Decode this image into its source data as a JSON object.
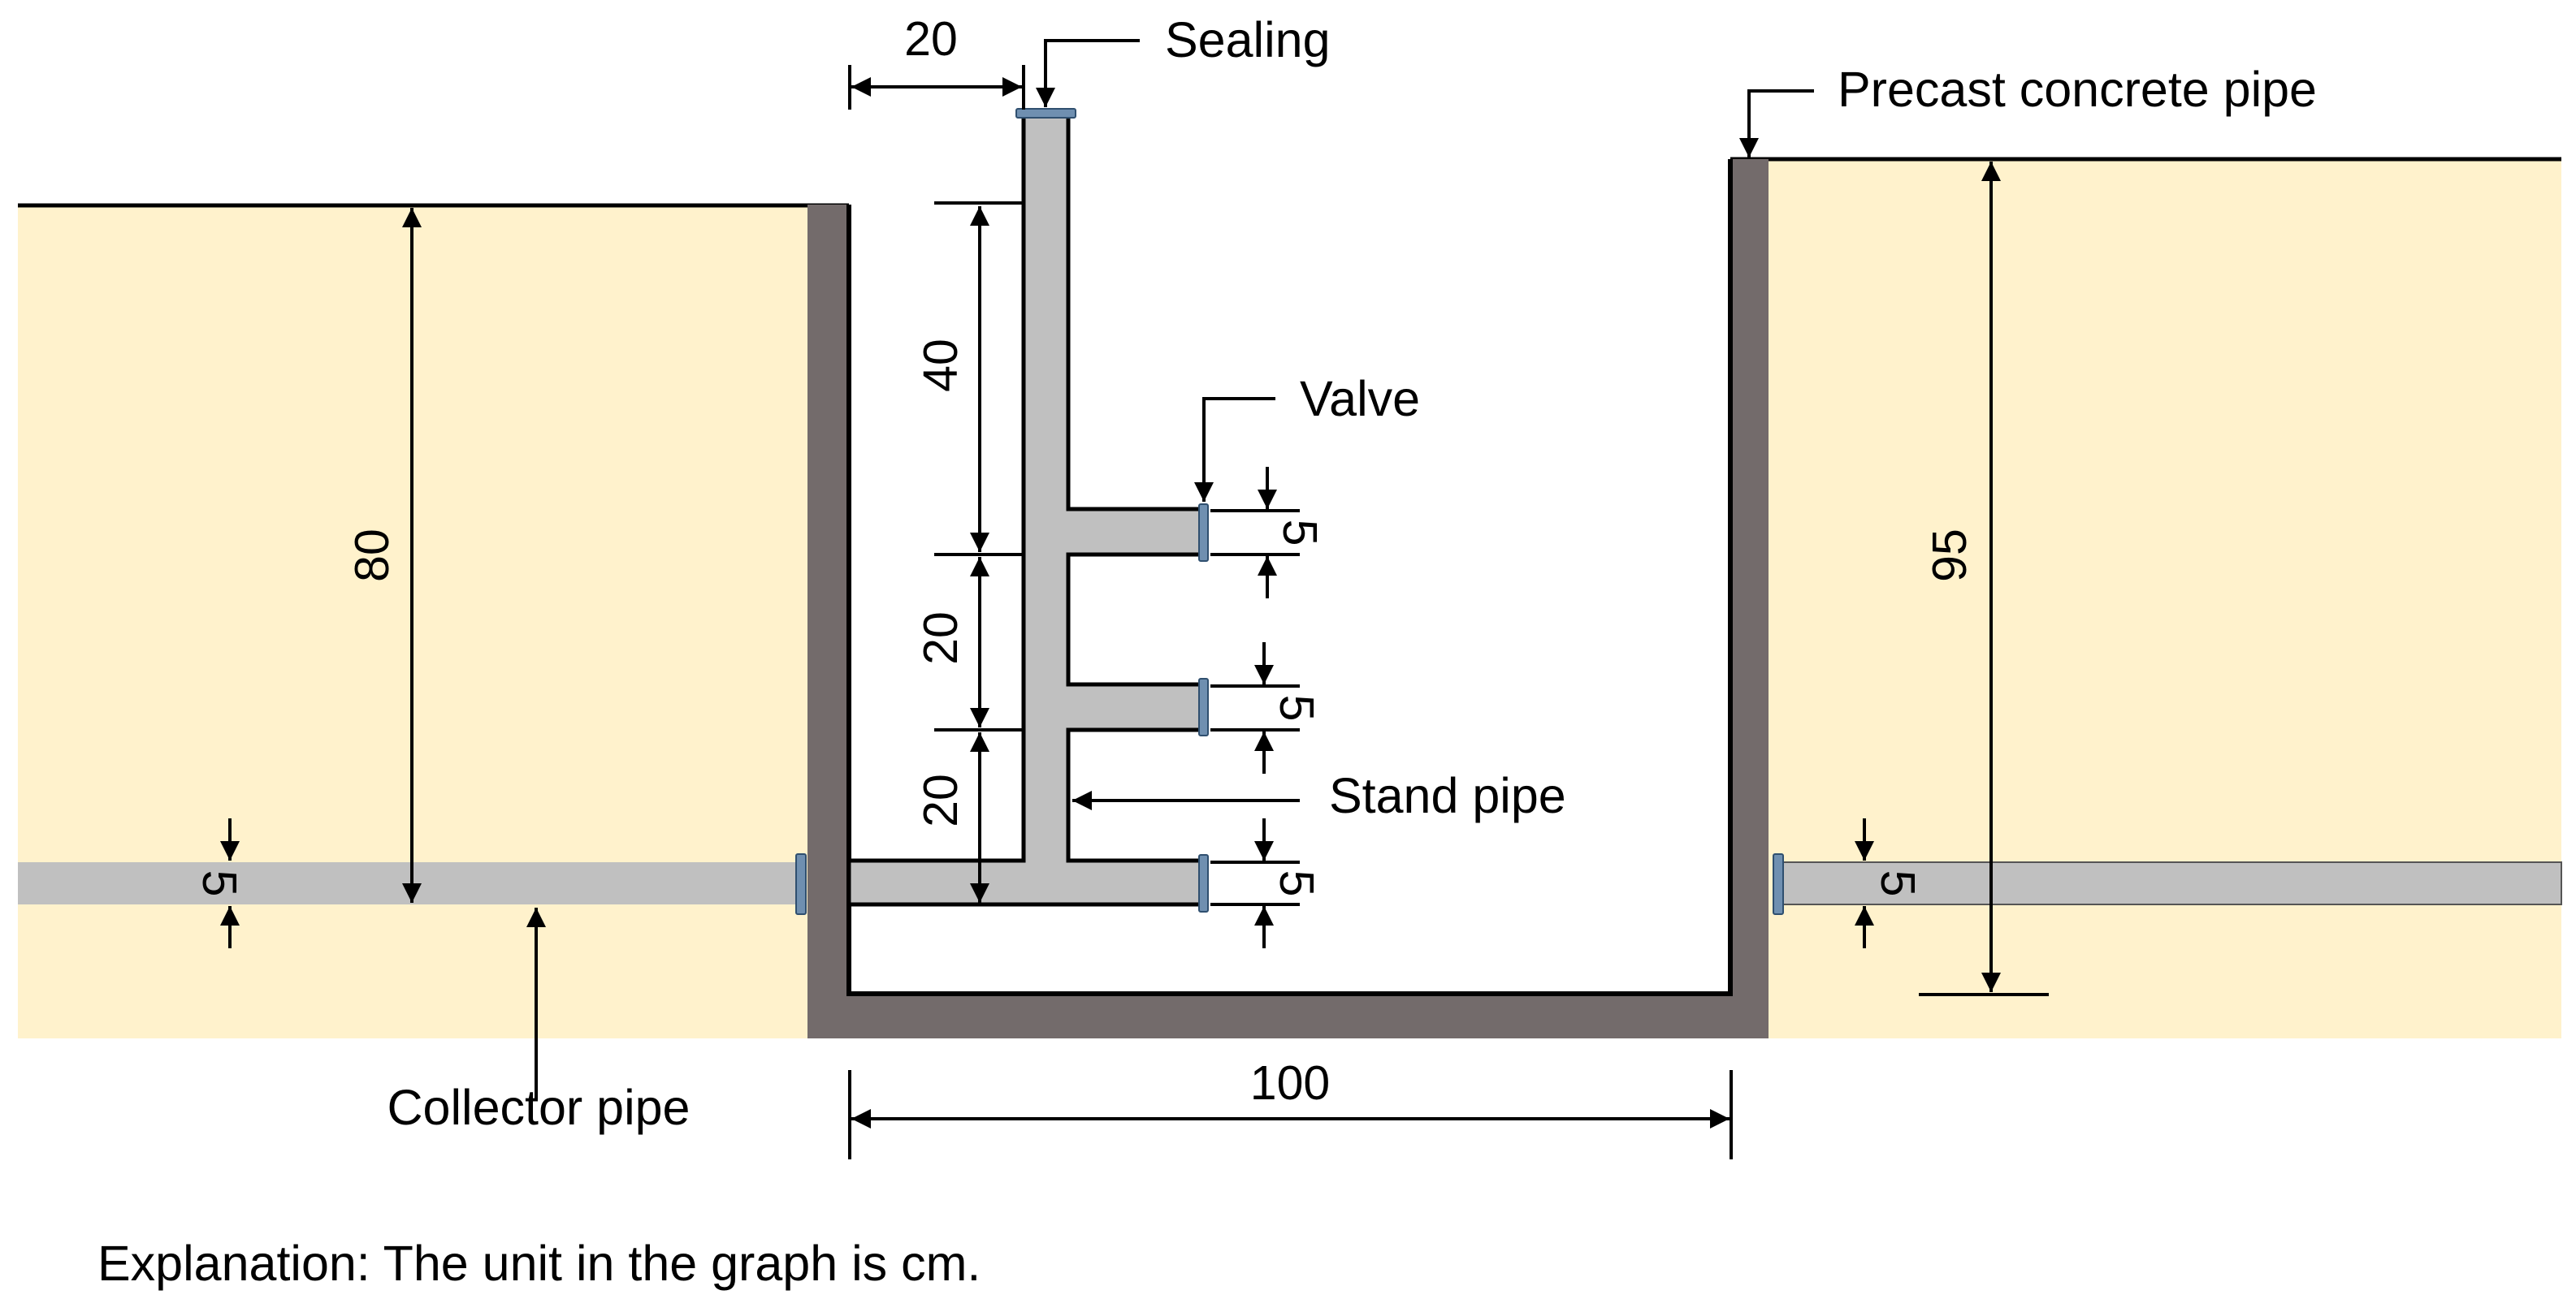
{
  "diagram": {
    "labels": {
      "sealing": "Sealing",
      "precast_concrete_pipe": "Precast concrete pipe",
      "valve": "Valve",
      "stand_pipe": "Stand pipe",
      "collector_pipe": "Collector pipe"
    },
    "dimensions": {
      "left_depth": "80",
      "right_depth": "95",
      "stand_pipe_offset": "20",
      "upper_segment": "40",
      "middle_segment": "20",
      "lower_segment": "20",
      "valve_diameter": "5",
      "collector_diameter": "5",
      "chamber_width": "100"
    },
    "note": "Explanation: The unit in the graph is cm.",
    "colors": {
      "soil": "#fff2cc",
      "concrete": "#736b6b",
      "pipe": "#c0c0c0",
      "valve": "#6f8fb0",
      "line": "#000000"
    }
  }
}
